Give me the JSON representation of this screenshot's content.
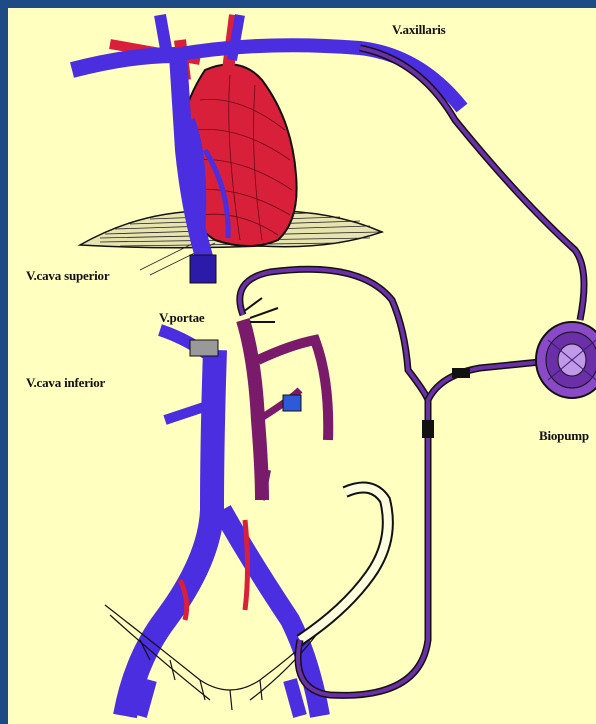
{
  "labels": {
    "axillaris": "V.axillaris",
    "cava_superior": "V.cava superior",
    "portae": "V.portae",
    "cava_inferior": "V.cava inferior",
    "pump": "Biopump"
  },
  "colors": {
    "frame": "#1e4a86",
    "background": "#ffffc0",
    "vein_blue": "#4a2ee0",
    "artery_red": "#d8203a",
    "portal_purple": "#7a1a6a",
    "cannula": "#6b2fa8",
    "outline": "#111111"
  }
}
